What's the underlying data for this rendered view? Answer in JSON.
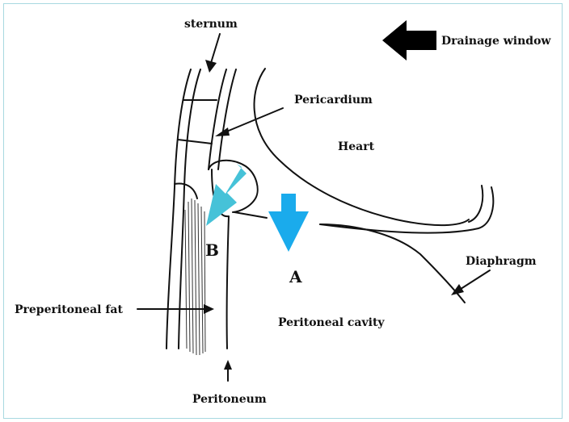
{
  "labels": {
    "sternum": "sternum",
    "drainage_window": "Drainage window",
    "pericardium": "Pericardium",
    "heart": "Heart",
    "diaphragm": "Diaphragm",
    "preperitoneal_fat": "Preperitoneal fat",
    "peritoneal_cavity": "Peritoneal cavity",
    "peritoneum": "Peritoneum",
    "route_a": "A",
    "route_b": "B"
  },
  "colors": {
    "arrow_a": "#1aabec",
    "arrow_b": "#46c2d8",
    "drainage_arrow": "#000000",
    "frame_border": "#a8d8e0"
  }
}
